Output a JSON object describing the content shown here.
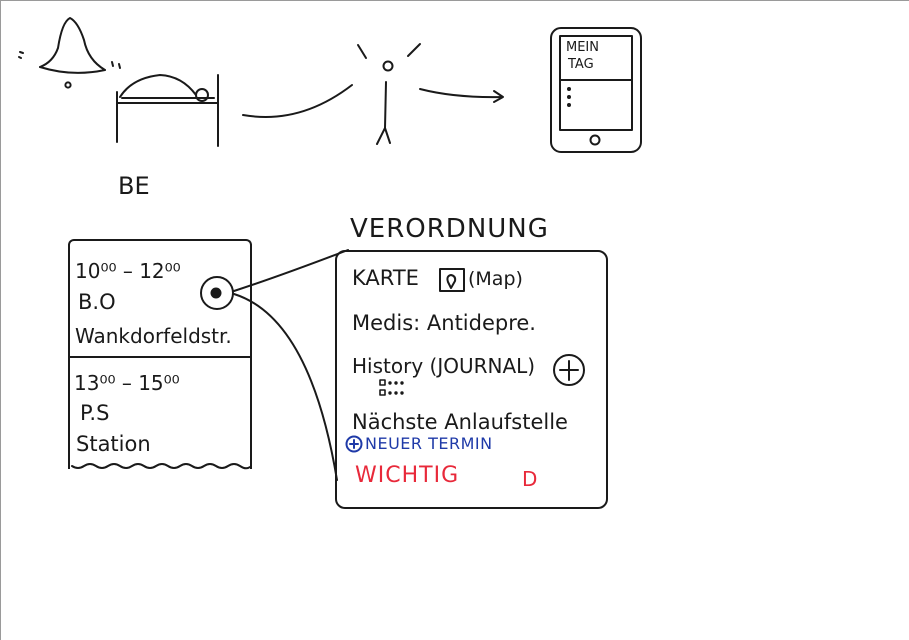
{
  "phone": {
    "title_line1": "MEIN",
    "title_line2": "TAG"
  },
  "be_label": "BE",
  "schedule": {
    "entries": [
      {
        "time": "10⁰⁰ – 12⁰⁰",
        "code": "B.O",
        "place": "Wankdorfeldstr."
      },
      {
        "time": "13⁰⁰ – 15⁰⁰",
        "code": "P.S",
        "place": "Station"
      }
    ]
  },
  "detail": {
    "heading": "VERORDNUNG",
    "map_label": "KARTE",
    "map_suffix": "(Map)",
    "medis": "Medis: Antidepre.",
    "history": "History (JOURNAL)",
    "next_stop": "Nächste Anlaufstelle",
    "new_appointment": "NEUER TERMIN",
    "important": "WICHTIG",
    "important_mark": "D"
  },
  "colors": {
    "ink": "#1a1a1a",
    "blue": "#1f3aa8",
    "red": "#e8293a"
  }
}
